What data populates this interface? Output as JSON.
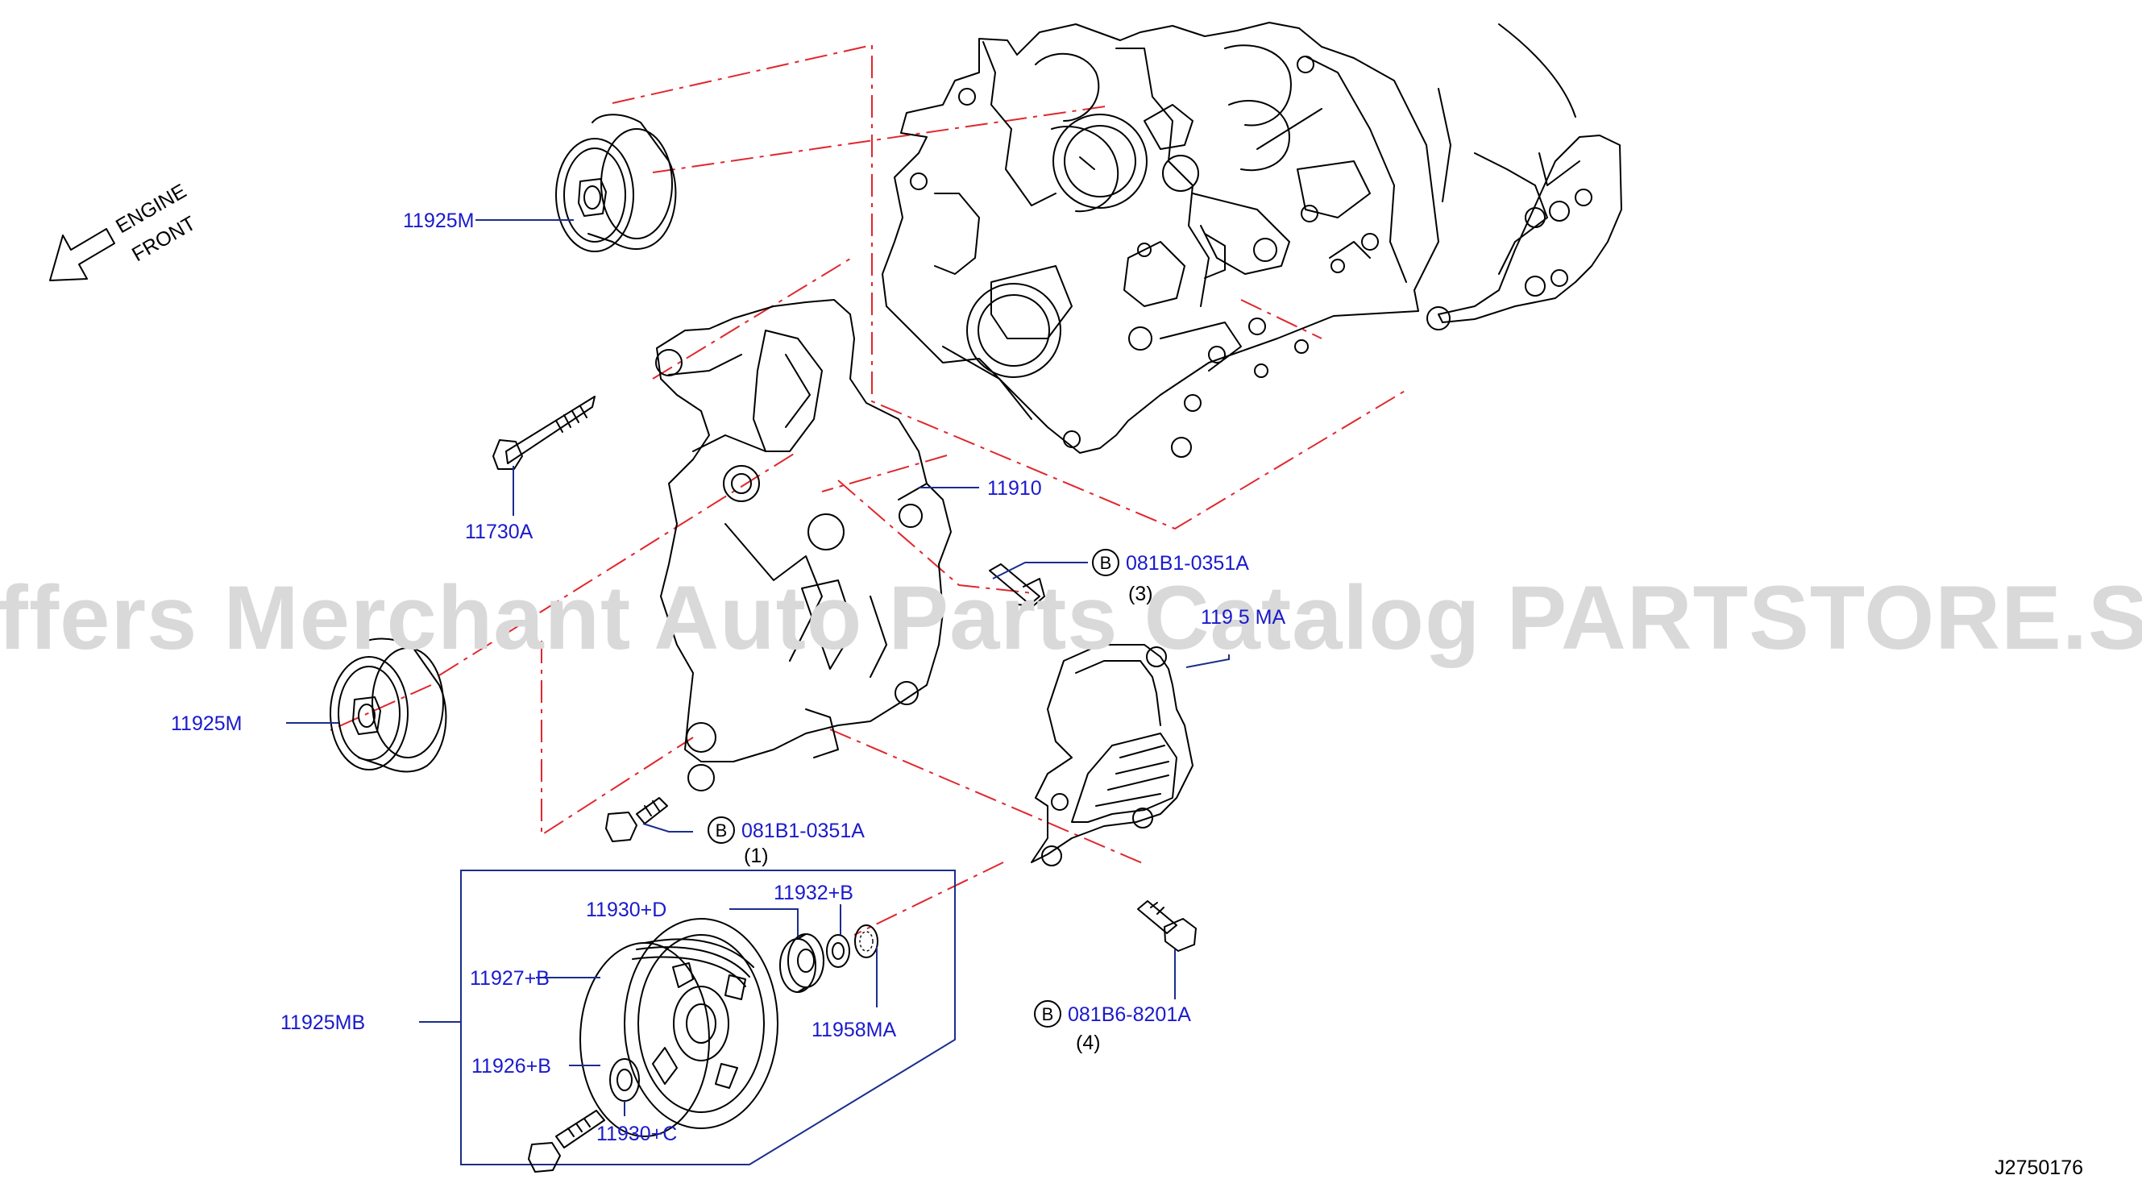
{
  "colors": {
    "label": "#1a1acc",
    "leader": "#1a2e8c",
    "phantom": "#e0272d",
    "line": "#000000",
    "watermark": "#d9d9d9"
  },
  "orientation": {
    "line1": "ENGINE",
    "line2": "FRONT",
    "icon": "arrow-icon"
  },
  "labels": {
    "idler_upper": "11925M",
    "bolt": "11730A",
    "bracket": "11910",
    "idler_lower": "11925M",
    "cover": "119 5 MA",
    "pulley_assy": "11925MB",
    "pulley": "11927+B",
    "bearing_outer": "11930+D",
    "spacer": "11932+B",
    "snap_ring": "11958MA",
    "pulley_bolt": "11926+B",
    "bearing_inner": "11930+C"
  },
  "callouts": [
    {
      "badge": "B",
      "part": "081B1-0351A",
      "qty": "(3)"
    },
    {
      "badge": "B",
      "part": "081B1-0351A",
      "qty": "(1)"
    },
    {
      "badge": "B",
      "part": "081B6-8201A",
      "qty": "(4)"
    }
  ],
  "watermark": "Offers Merchant Auto Parts Catalog PARTSTORE.SA",
  "diagram_id": "J2750176"
}
